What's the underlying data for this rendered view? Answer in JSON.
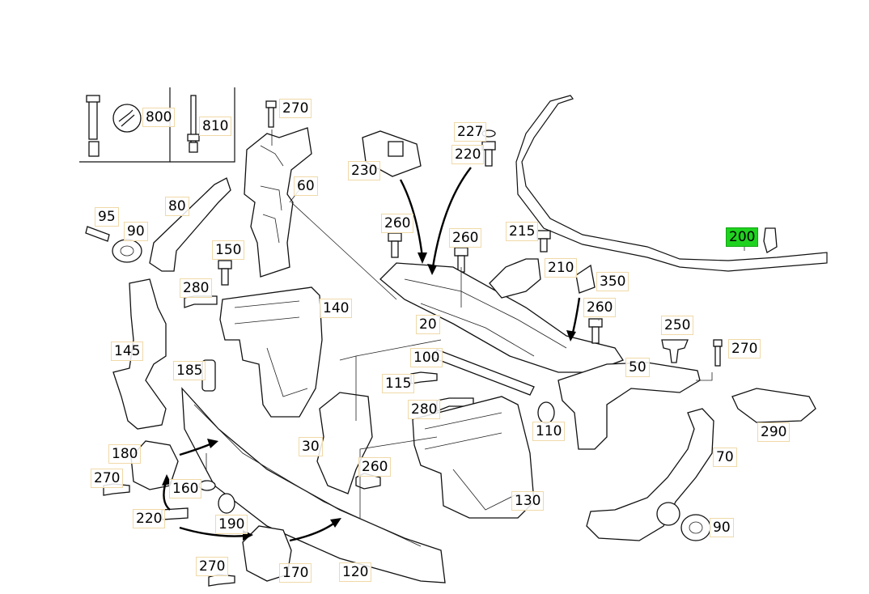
{
  "diagram": {
    "selected_callout": "200",
    "accent_color": "#1fd21f",
    "label_border_color": "#f0d9a8",
    "callouts": [
      {
        "id": "800",
        "text": "800"
      },
      {
        "id": "810",
        "text": "810"
      },
      {
        "id": "270a",
        "text": "270"
      },
      {
        "id": "60",
        "text": "60"
      },
      {
        "id": "95",
        "text": "95"
      },
      {
        "id": "90a",
        "text": "90"
      },
      {
        "id": "80",
        "text": "80"
      },
      {
        "id": "150",
        "text": "150"
      },
      {
        "id": "280a",
        "text": "280"
      },
      {
        "id": "140",
        "text": "140"
      },
      {
        "id": "145",
        "text": "145"
      },
      {
        "id": "185",
        "text": "185"
      },
      {
        "id": "230",
        "text": "230"
      },
      {
        "id": "227",
        "text": "227"
      },
      {
        "id": "220a",
        "text": "220"
      },
      {
        "id": "260a",
        "text": "260"
      },
      {
        "id": "260b",
        "text": "260"
      },
      {
        "id": "215",
        "text": "215"
      },
      {
        "id": "210",
        "text": "210"
      },
      {
        "id": "350",
        "text": "350"
      },
      {
        "id": "200",
        "text": "200"
      },
      {
        "id": "260c",
        "text": "260"
      },
      {
        "id": "20",
        "text": "20"
      },
      {
        "id": "250",
        "text": "250"
      },
      {
        "id": "270b",
        "text": "270"
      },
      {
        "id": "100",
        "text": "100"
      },
      {
        "id": "50",
        "text": "50"
      },
      {
        "id": "115",
        "text": "115"
      },
      {
        "id": "280b",
        "text": "280"
      },
      {
        "id": "110",
        "text": "110"
      },
      {
        "id": "290",
        "text": "290"
      },
      {
        "id": "180",
        "text": "180"
      },
      {
        "id": "30",
        "text": "30"
      },
      {
        "id": "260d",
        "text": "260"
      },
      {
        "id": "270c",
        "text": "270"
      },
      {
        "id": "160",
        "text": "160"
      },
      {
        "id": "130",
        "text": "130"
      },
      {
        "id": "70",
        "text": "70"
      },
      {
        "id": "220b",
        "text": "220"
      },
      {
        "id": "190",
        "text": "190"
      },
      {
        "id": "90b",
        "text": "90"
      },
      {
        "id": "270d",
        "text": "270"
      },
      {
        "id": "170",
        "text": "170"
      },
      {
        "id": "120",
        "text": "120"
      }
    ]
  }
}
